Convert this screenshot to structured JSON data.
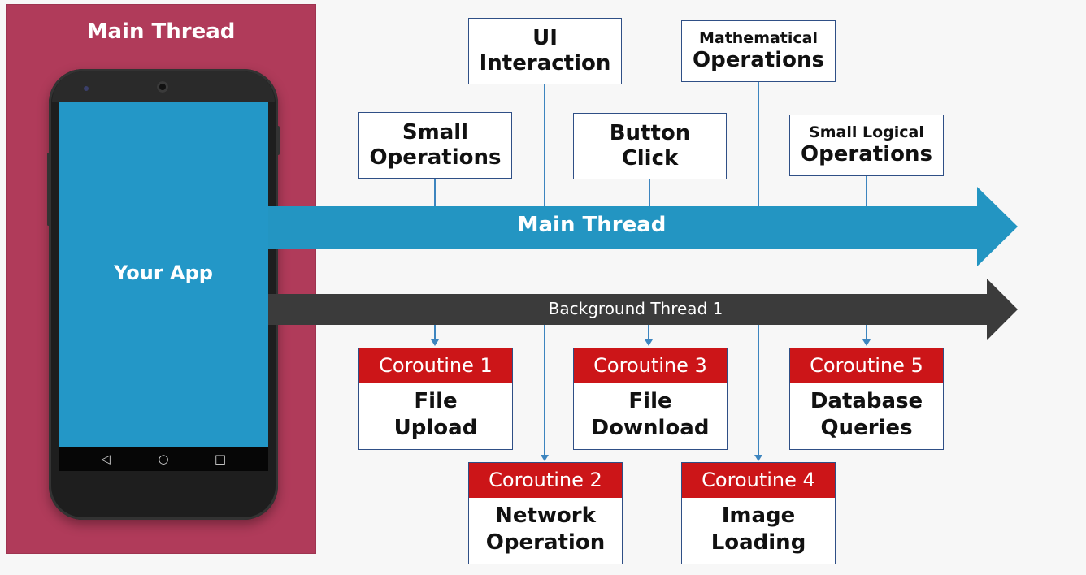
{
  "left_panel": {
    "title": "Main Thread",
    "app_label": "Your App"
  },
  "threads": {
    "main": "Main Thread",
    "background": "Background Thread 1"
  },
  "main_operations": [
    {
      "line1": "Small",
      "line2": "Operations"
    },
    {
      "line1": "UI",
      "line2": "Interaction"
    },
    {
      "line1": "Button",
      "line2": "Click"
    },
    {
      "line1": "Mathematical",
      "line2": "Operations"
    },
    {
      "line1": "Small Logical",
      "line2": "Operations"
    }
  ],
  "coroutines": [
    {
      "name": "Coroutine 1",
      "line1": "File",
      "line2": "Upload"
    },
    {
      "name": "Coroutine 2",
      "line1": "Network",
      "line2": "Operation"
    },
    {
      "name": "Coroutine 3",
      "line1": "File",
      "line2": "Download"
    },
    {
      "name": "Coroutine 4",
      "line1": "Image",
      "line2": "Loading"
    },
    {
      "name": "Coroutine 5",
      "line1": "Database",
      "line2": "Queries"
    }
  ],
  "colors": {
    "panel": "#b03b5a",
    "main_thread": "#2395c2",
    "background_thread": "#3b3b3b",
    "coroutine_header": "#cc1518",
    "connector": "#3d85bf"
  },
  "icons": {
    "nav_back": "◁",
    "nav_home": "○",
    "nav_recent": "□"
  }
}
